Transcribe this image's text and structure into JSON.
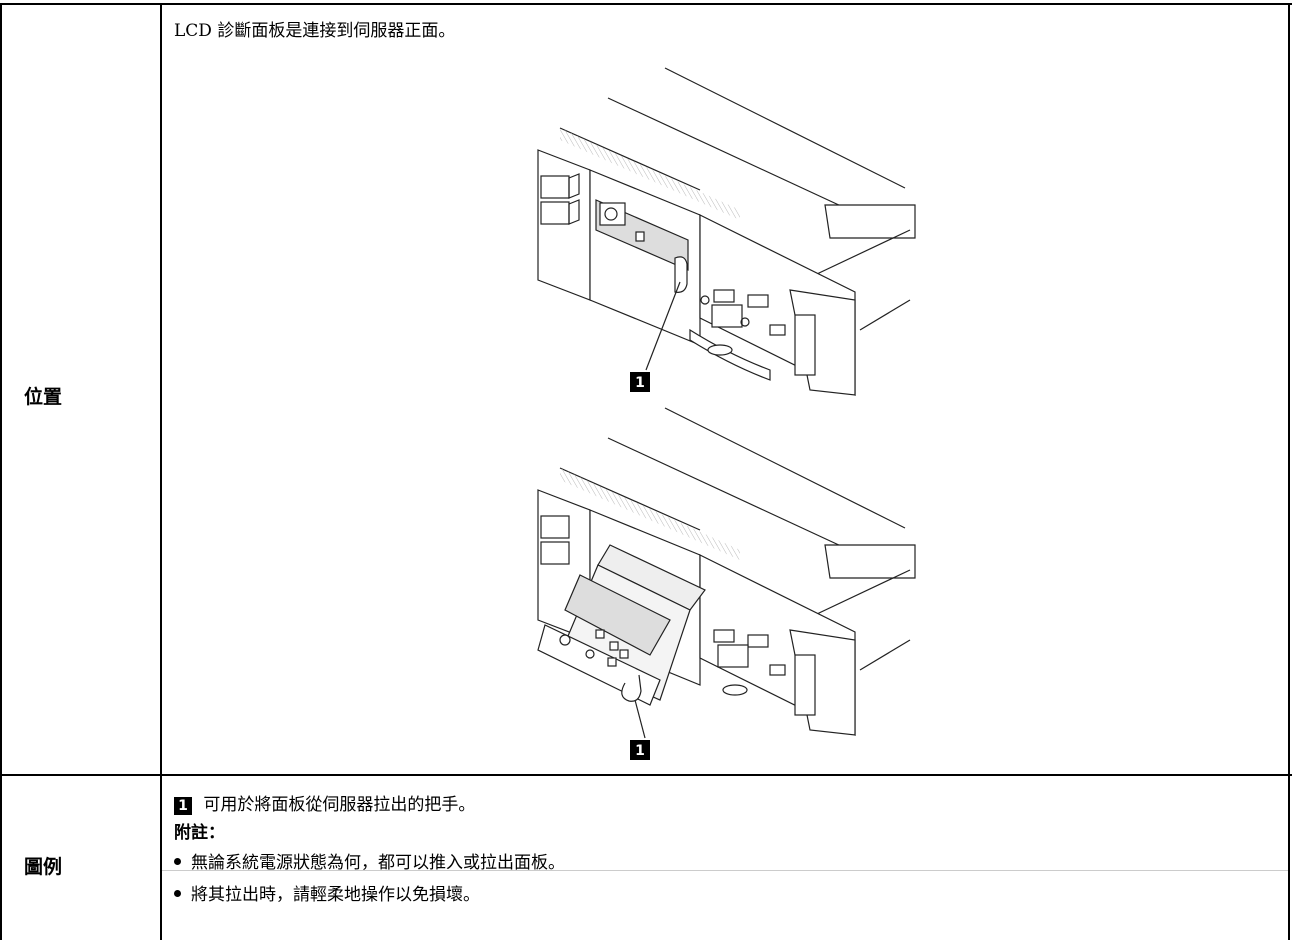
{
  "location": {
    "label": "位置",
    "description": "LCD 診斷面板是連接到伺服器正面。",
    "callout_1": "1",
    "callout_2": "1"
  },
  "legend": {
    "label": "圖例",
    "callout": "1",
    "item_text": "可用於將面板從伺服器拉出的把手。",
    "note_title": "附註：",
    "notes": [
      "無論系統電源狀態為何，都可以推入或拉出面板。",
      "將其拉出時，請輕柔地操作以免損壞。"
    ]
  }
}
